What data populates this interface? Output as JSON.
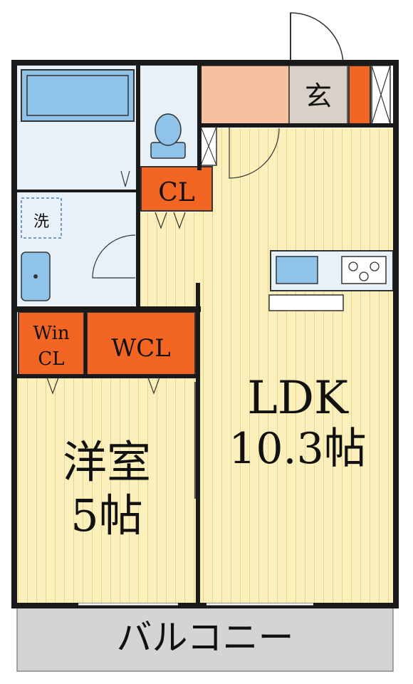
{
  "plan": {
    "entrance": "玄",
    "toilet_closet": "CL",
    "laundry": "洗",
    "walk_in_closet": "WCL",
    "win_closet_line1": "Win",
    "win_closet_line2": "CL",
    "western_room_name": "洋室",
    "western_room_size": "5帖",
    "ldk_name": "LDK",
    "ldk_size": "10.3帖",
    "balcony": "バルコニー"
  },
  "colors": {
    "floor_wood": "#fbefbb",
    "floor_grain": "#e8d898",
    "closet": "#f26522",
    "entrance_floor": "#f7c0a0",
    "wet_area": "#e8f1f8",
    "fixture_blue": "#8fc3ea",
    "balcony": "#d4d4d4",
    "wall": "#1a1a1a"
  }
}
